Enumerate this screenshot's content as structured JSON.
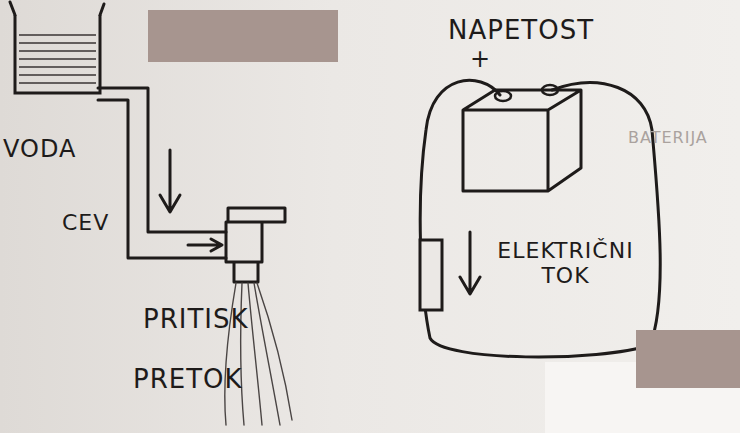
{
  "diagram": {
    "nodes": [
      {
        "text": [
          "VODA"
        ]
      },
      {
        "text": [
          "BATERIJA"
        ]
      }
    ],
    "labels": [
      "CEV",
      "PRITISK",
      "PRETOK",
      "NAPETOST",
      "+",
      "ELEKTRIČNI TOK"
    ]
  }
}
